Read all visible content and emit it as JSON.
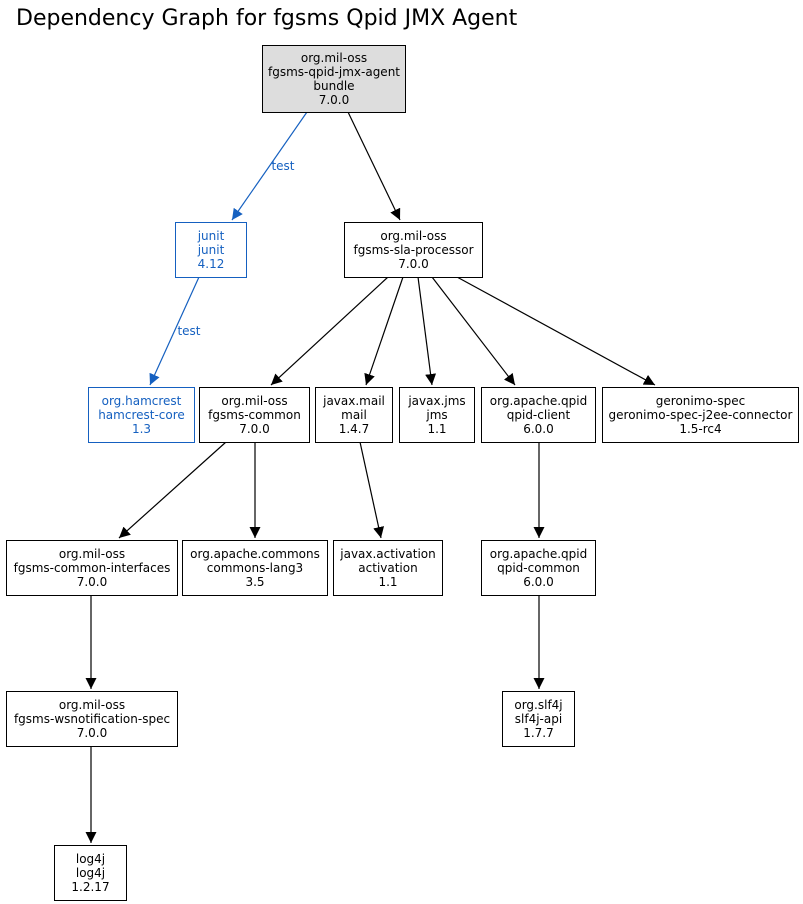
{
  "title": "Dependency Graph for fgsms Qpid JMX Agent",
  "colors": {
    "compile": "#000000",
    "test": "#1560c0",
    "root_fill": "#dddddd",
    "node_fill": "#ffffff"
  },
  "nodes": [
    {
      "id": "root",
      "lines": [
        "org.mil-oss",
        "fgsms-qpid-jmx-agent",
        "bundle",
        "7.0.0"
      ],
      "scope": "root"
    },
    {
      "id": "junit",
      "lines": [
        "junit",
        "junit",
        "4.12"
      ],
      "scope": "test"
    },
    {
      "id": "sla",
      "lines": [
        "org.mil-oss",
        "fgsms-sla-processor",
        "7.0.0"
      ],
      "scope": "compile"
    },
    {
      "id": "hamcrest",
      "lines": [
        "org.hamcrest",
        "hamcrest-core",
        "1.3"
      ],
      "scope": "test"
    },
    {
      "id": "common",
      "lines": [
        "org.mil-oss",
        "fgsms-common",
        "7.0.0"
      ],
      "scope": "compile"
    },
    {
      "id": "mail",
      "lines": [
        "javax.mail",
        "mail",
        "1.4.7"
      ],
      "scope": "compile"
    },
    {
      "id": "jms",
      "lines": [
        "javax.jms",
        "jms",
        "1.1"
      ],
      "scope": "compile"
    },
    {
      "id": "qpidclient",
      "lines": [
        "org.apache.qpid",
        "qpid-client",
        "6.0.0"
      ],
      "scope": "compile"
    },
    {
      "id": "geronimo",
      "lines": [
        "geronimo-spec",
        "geronimo-spec-j2ee-connector",
        "1.5-rc4"
      ],
      "scope": "compile"
    },
    {
      "id": "interfaces",
      "lines": [
        "org.mil-oss",
        "fgsms-common-interfaces",
        "7.0.0"
      ],
      "scope": "compile"
    },
    {
      "id": "lang3",
      "lines": [
        "org.apache.commons",
        "commons-lang3",
        "3.5"
      ],
      "scope": "compile"
    },
    {
      "id": "activation",
      "lines": [
        "javax.activation",
        "activation",
        "1.1"
      ],
      "scope": "compile"
    },
    {
      "id": "qpidcommon",
      "lines": [
        "org.apache.qpid",
        "qpid-common",
        "6.0.0"
      ],
      "scope": "compile"
    },
    {
      "id": "wsnotif",
      "lines": [
        "org.mil-oss",
        "fgsms-wsnotification-spec",
        "7.0.0"
      ],
      "scope": "compile"
    },
    {
      "id": "slf4j",
      "lines": [
        "org.slf4j",
        "slf4j-api",
        "1.7.7"
      ],
      "scope": "compile"
    },
    {
      "id": "log4j",
      "lines": [
        "log4j",
        "log4j",
        "1.2.17"
      ],
      "scope": "compile"
    }
  ],
  "edges": [
    {
      "from": "root",
      "to": "junit",
      "label": "test",
      "scope": "test"
    },
    {
      "from": "root",
      "to": "sla",
      "label": "",
      "scope": "compile"
    },
    {
      "from": "junit",
      "to": "hamcrest",
      "label": "test",
      "scope": "test"
    },
    {
      "from": "sla",
      "to": "common",
      "label": "",
      "scope": "compile"
    },
    {
      "from": "sla",
      "to": "mail",
      "label": "",
      "scope": "compile"
    },
    {
      "from": "sla",
      "to": "jms",
      "label": "",
      "scope": "compile"
    },
    {
      "from": "sla",
      "to": "qpidclient",
      "label": "",
      "scope": "compile"
    },
    {
      "from": "sla",
      "to": "geronimo",
      "label": "",
      "scope": "compile"
    },
    {
      "from": "common",
      "to": "interfaces",
      "label": "",
      "scope": "compile"
    },
    {
      "from": "common",
      "to": "lang3",
      "label": "",
      "scope": "compile"
    },
    {
      "from": "mail",
      "to": "activation",
      "label": "",
      "scope": "compile"
    },
    {
      "from": "qpidclient",
      "to": "qpidcommon",
      "label": "",
      "scope": "compile"
    },
    {
      "from": "interfaces",
      "to": "wsnotif",
      "label": "",
      "scope": "compile"
    },
    {
      "from": "qpidcommon",
      "to": "slf4j",
      "label": "",
      "scope": "compile"
    },
    {
      "from": "wsnotif",
      "to": "log4j",
      "label": "",
      "scope": "compile"
    }
  ]
}
